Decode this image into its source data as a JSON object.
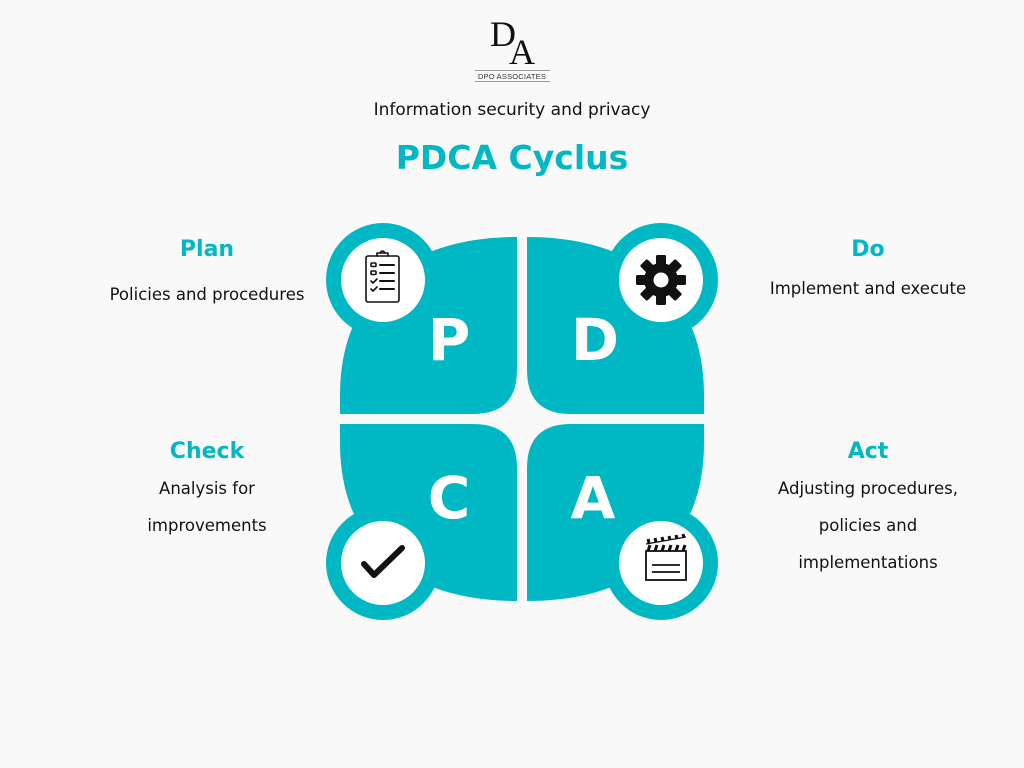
{
  "logo": {
    "mark_d": "D",
    "mark_a": "A",
    "company": "DPO ASSOCIATES"
  },
  "header": {
    "subtitle": "Information security and privacy",
    "title": "PDCA Cyclus"
  },
  "colors": {
    "accent": "#00b8c4",
    "background": "#f9f9f9",
    "text": "#111111",
    "icon_disc": "#ffffff"
  },
  "diagram": {
    "quadrants": [
      {
        "letter": "P",
        "icon": "clipboard-checklist-icon",
        "position": "top-left"
      },
      {
        "letter": "D",
        "icon": "gear-icon",
        "position": "top-right"
      },
      {
        "letter": "C",
        "icon": "checkmark-icon",
        "position": "bottom-left"
      },
      {
        "letter": "A",
        "icon": "clapperboard-icon",
        "position": "bottom-right"
      }
    ]
  },
  "steps": {
    "plan": {
      "title": "Plan",
      "description": [
        "Policies and procedures"
      ]
    },
    "do": {
      "title": "Do",
      "description": [
        "Implement and execute"
      ]
    },
    "check": {
      "title": "Check",
      "description": [
        "Analysis for",
        "improvements"
      ]
    },
    "act": {
      "title": "Act",
      "description": [
        "Adjusting procedures,",
        "policies and",
        "implementations"
      ]
    }
  }
}
